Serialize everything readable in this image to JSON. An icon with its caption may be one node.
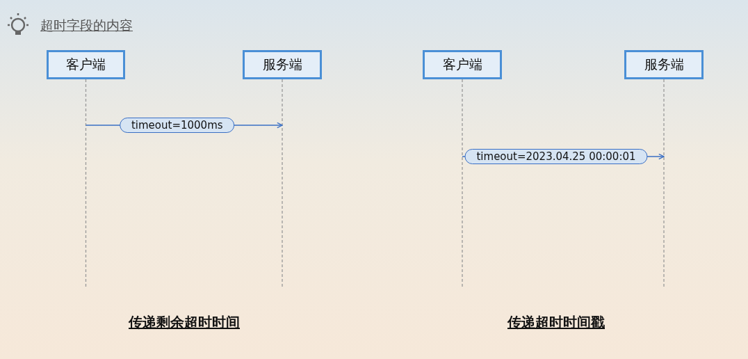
{
  "diagram": {
    "title": "超时字段的内容",
    "nodes": [
      {
        "text": [
          "客户端"
        ]
      },
      {
        "text": [
          "服务端"
        ]
      },
      {
        "text": [
          "客户端"
        ]
      },
      {
        "text": [
          "服务端"
        ]
      }
    ],
    "edges": [
      {
        "from": 0,
        "to": 1,
        "arrow": "to",
        "label": "timeout=1000ms"
      },
      {
        "from": 2,
        "to": 3,
        "arrow": "to",
        "label": "timeout=2023.04.25 00:00:01"
      }
    ],
    "labels": [
      "传递剩余超时时间",
      "传递超时时间戳"
    ]
  }
}
